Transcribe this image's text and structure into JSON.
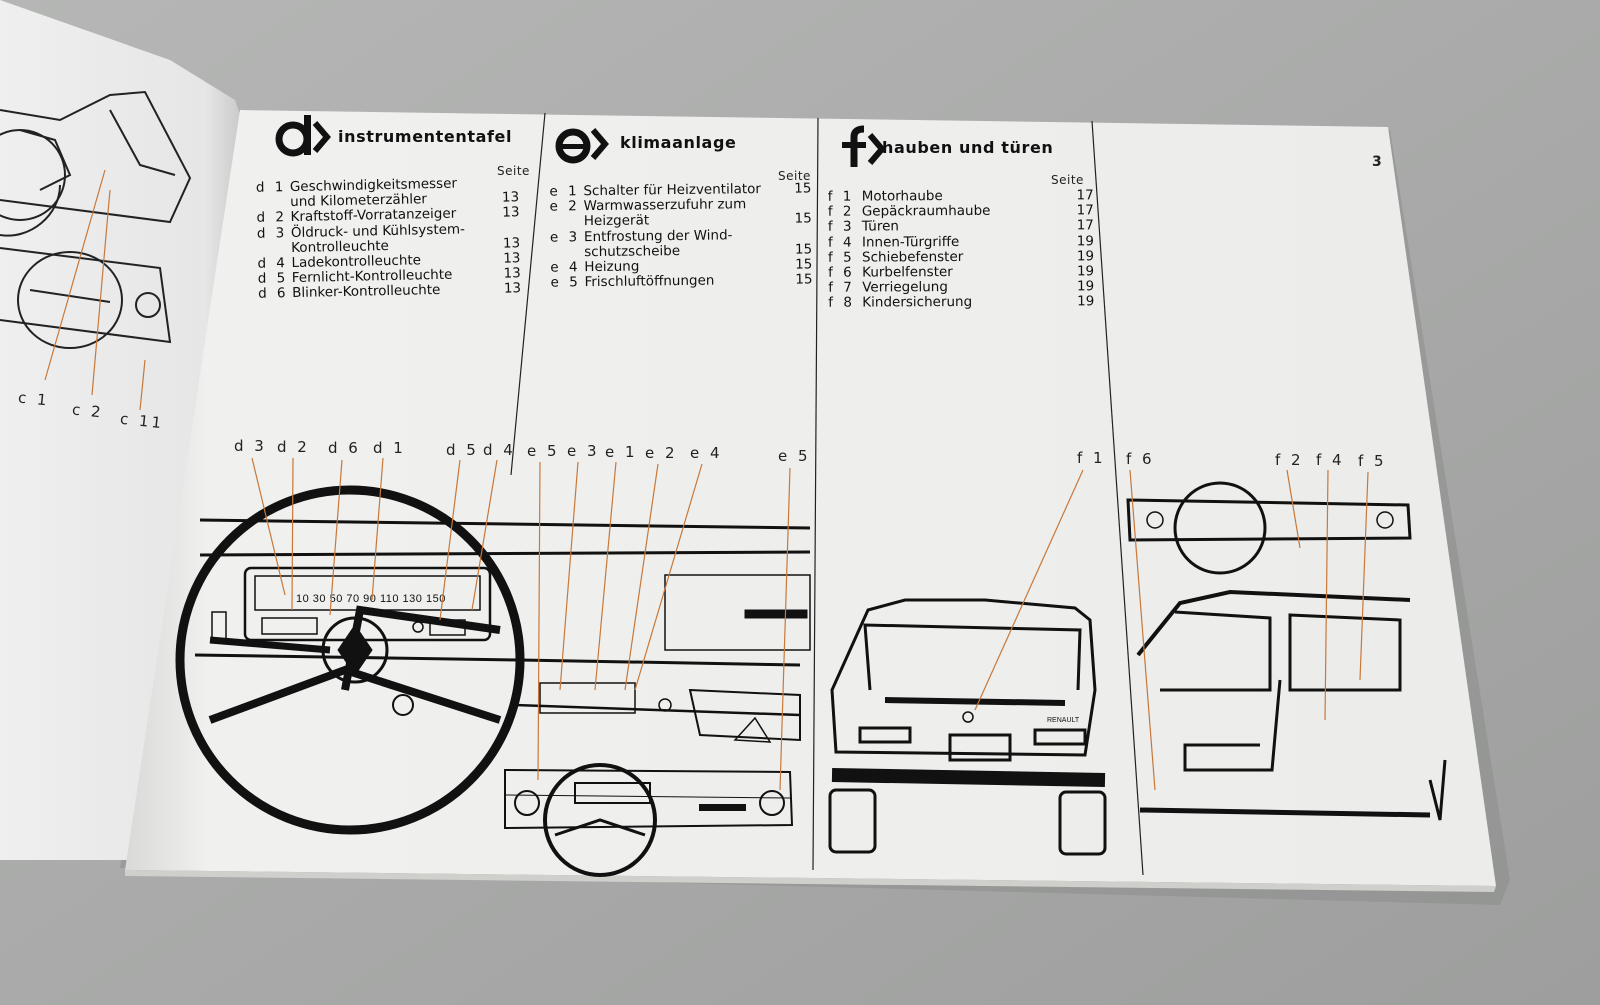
{
  "left_page": {
    "callouts": [
      "c 1",
      "c 2",
      "c 11"
    ]
  },
  "page_number": "3",
  "sections": [
    {
      "letter": "d",
      "title": "instrumententafel",
      "seite_label": "Seite",
      "items": [
        {
          "code": "d 1",
          "text": "Geschwindigkeitsmesser",
          "page": ""
        },
        {
          "code": "",
          "text": "und Kilometerzähler",
          "page": "13"
        },
        {
          "code": "d 2",
          "text": "Kraftstoff-Vorratanzeiger",
          "page": "13"
        },
        {
          "code": "d 3",
          "text": "Öldruck- und Kühlsystem-",
          "page": ""
        },
        {
          "code": "",
          "text": "Kontrolleuchte",
          "page": "13"
        },
        {
          "code": "d 4",
          "text": "Ladekontrolleuchte",
          "page": "13"
        },
        {
          "code": "d 5",
          "text": "Fernlicht-Kontrolleuchte",
          "page": "13"
        },
        {
          "code": "d 6",
          "text": "Blinker-Kontrolleuchte",
          "page": "13"
        }
      ]
    },
    {
      "letter": "e",
      "title": "klimaanlage",
      "seite_label": "Seite",
      "items": [
        {
          "code": "e 1",
          "text": "Schalter für Heizventilator",
          "page": "15"
        },
        {
          "code": "e 2",
          "text": "Warmwasserzufuhr zum",
          "page": ""
        },
        {
          "code": "",
          "text": "Heizgerät",
          "page": "15"
        },
        {
          "code": "e 3",
          "text": "Entfrostung der Wind-",
          "page": ""
        },
        {
          "code": "",
          "text": "schutzscheibe",
          "page": "15"
        },
        {
          "code": "e 4",
          "text": "Heizung",
          "page": "15"
        },
        {
          "code": "e 5",
          "text": "Frischluftöffnungen",
          "page": "15"
        }
      ]
    },
    {
      "letter": "f",
      "title": "hauben und türen",
      "seite_label": "Seite",
      "items": [
        {
          "code": "f 1",
          "text": "Motorhaube",
          "page": "17"
        },
        {
          "code": "f 2",
          "text": "Gepäckraumhaube",
          "page": "17"
        },
        {
          "code": "f 3",
          "text": "Türen",
          "page": "17"
        },
        {
          "code": "f 4",
          "text": "Innen-Türgriffe",
          "page": "19"
        },
        {
          "code": "f 5",
          "text": "Schiebefenster",
          "page": "19"
        },
        {
          "code": "f 6",
          "text": "Kurbelfenster",
          "page": "19"
        },
        {
          "code": "f 7",
          "text": "Verriegelung",
          "page": "19"
        },
        {
          "code": "f 8",
          "text": "Kindersicherung",
          "page": "19"
        }
      ]
    }
  ],
  "dashboard_callouts": [
    "d 3",
    "d 2",
    "d 6",
    "d 1",
    "d 5",
    "d 4",
    "e 5",
    "e 3",
    "e 1",
    "e 2",
    "e 4",
    "e 5"
  ],
  "car_callouts": [
    "f 1",
    "f 6",
    "f 2",
    "f 4",
    "f 5"
  ],
  "speedometer_scale": "10 30 50 70 90 110 130 150",
  "badge_text": "RENAULT",
  "colors": {
    "leader_line": "#c8783a",
    "ink": "#111111",
    "paper": "#f1f1ef"
  }
}
